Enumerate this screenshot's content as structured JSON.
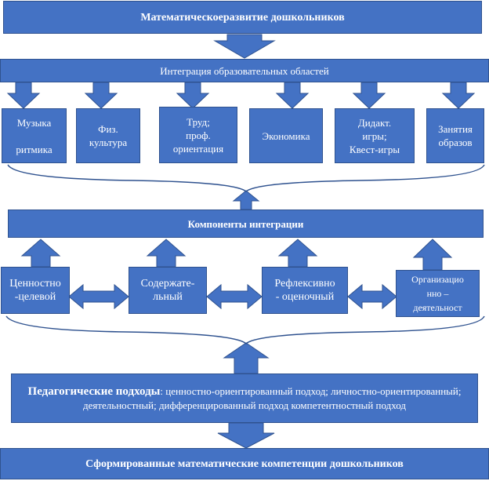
{
  "title": "Математическоеразвитие дошкольников",
  "integration": "Интеграция образовательных областей",
  "areas": [
    "Музыка\n\nритмика",
    "Физ.\nкультура",
    "Труд;\nпроф.\nориентация",
    "Экономика",
    "Дидакт.\nигры;\nКвест-игры",
    "Занятия\nобразов"
  ],
  "components_title": "Компоненты интеграции",
  "components": [
    "Ценностно\n-целевой",
    "Содержате-\nльный",
    "Рефлексивно\n- оценочный",
    "Организацио\nнно –\nдеятельност"
  ],
  "approaches": {
    "head": "Педагогические подходы",
    "text": ": ценностно-ориентированный подход; личностно-ориентированный; деятельностный; дифференцированный подход компетентностный подход"
  },
  "result": "Сформированные математические компетенции дошкольников",
  "colors": {
    "fill": "#4472c4",
    "stroke": "#2f528f",
    "text": "#ffffff"
  }
}
